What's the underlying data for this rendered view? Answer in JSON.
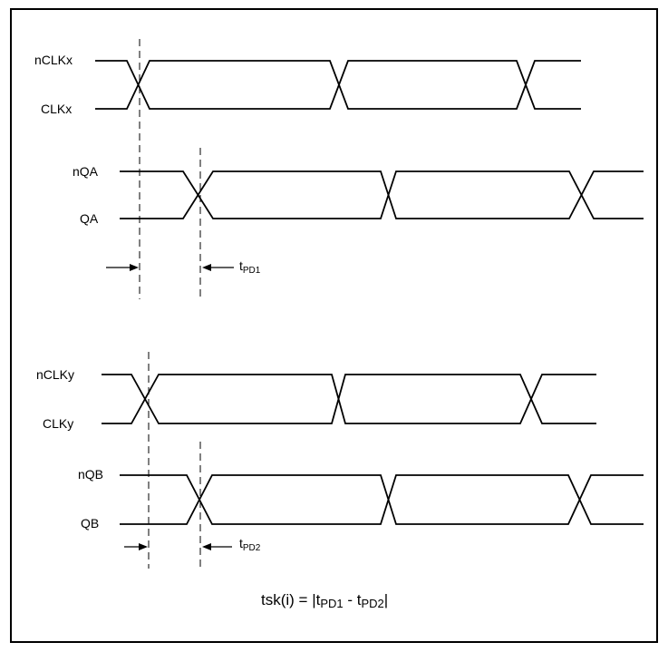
{
  "signals": {
    "nclkx": "nCLKx",
    "clkx": "CLKx",
    "nqa": "nQA",
    "qa": "QA",
    "nclky": "nCLKy",
    "clky": "CLKy",
    "nqb": "nQB",
    "qb": "QB"
  },
  "delays": {
    "tpd1_main": "t",
    "tpd1_sub": "PD1",
    "tpd2_main": "t",
    "tpd2_sub": "PD2"
  },
  "formula": {
    "lhs": "tsk(i) = |t",
    "sub1": "PD1",
    "mid": " - t",
    "sub2": "PD2",
    "end": "|"
  }
}
